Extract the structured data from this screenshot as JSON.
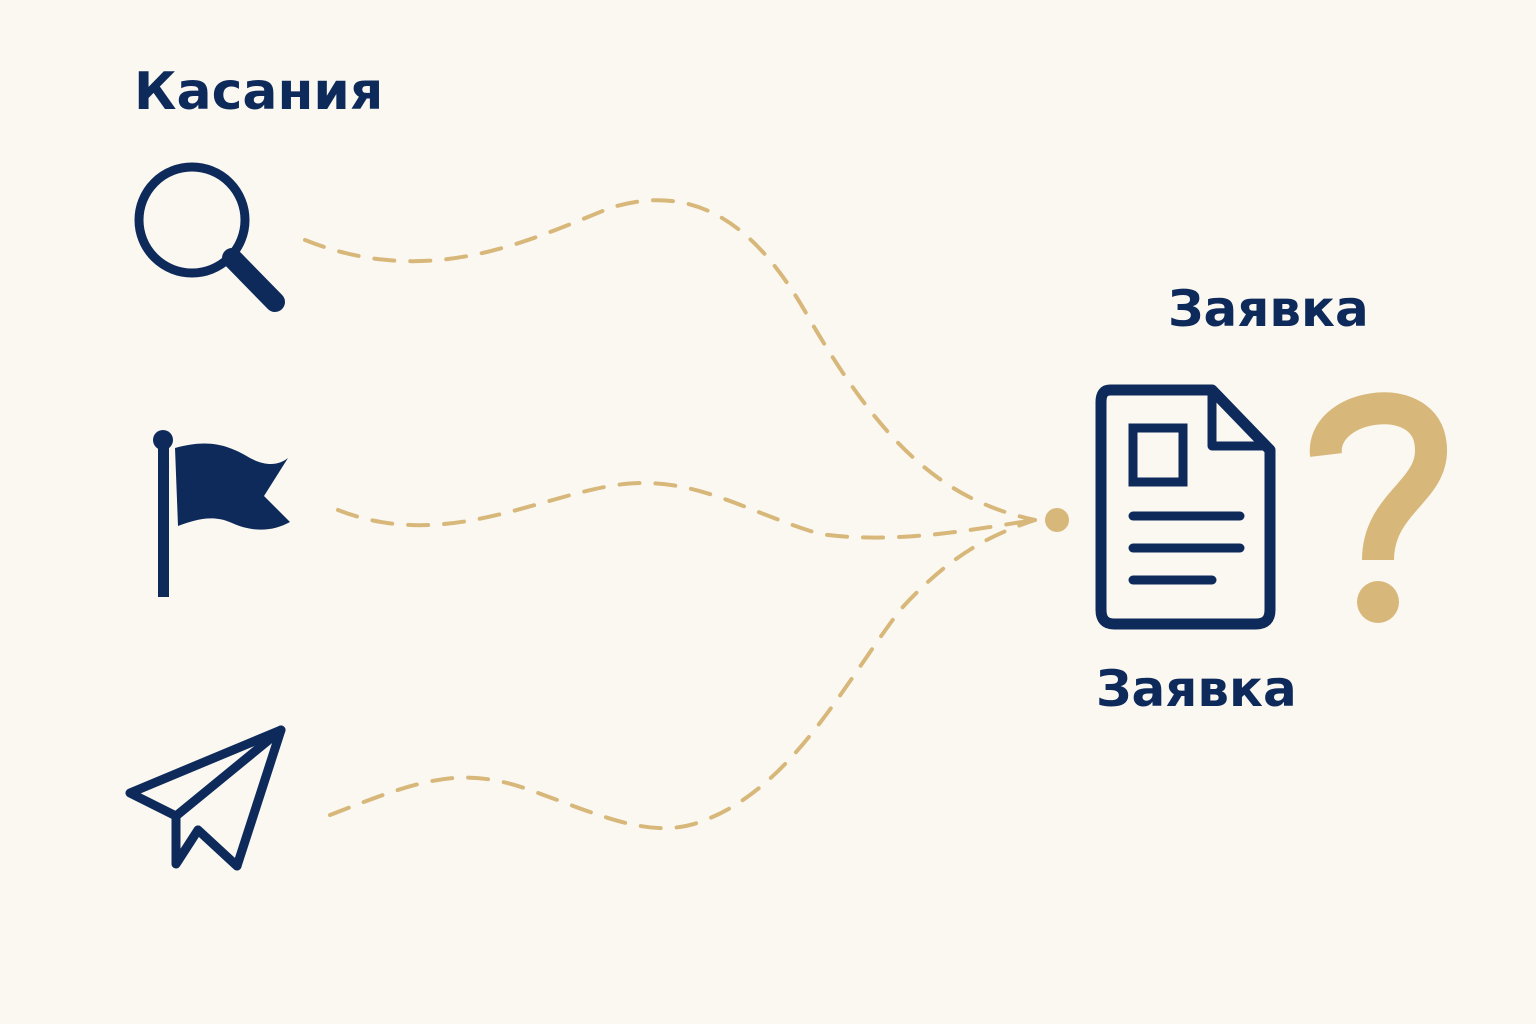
{
  "colors": {
    "background": "#fbf8f2",
    "navy": "#0d2a5a",
    "gold": "#d8b87a"
  },
  "left_heading": "Касания",
  "right_heading": "Заявка",
  "document_label": "Заявка",
  "touchpoints": [
    {
      "name": "search",
      "icon": "magnifier-icon"
    },
    {
      "name": "flag",
      "icon": "flag-icon"
    },
    {
      "name": "send",
      "icon": "paper-plane-icon"
    }
  ],
  "target": {
    "icon": "document-icon",
    "badge_icon": "question-mark-icon"
  }
}
